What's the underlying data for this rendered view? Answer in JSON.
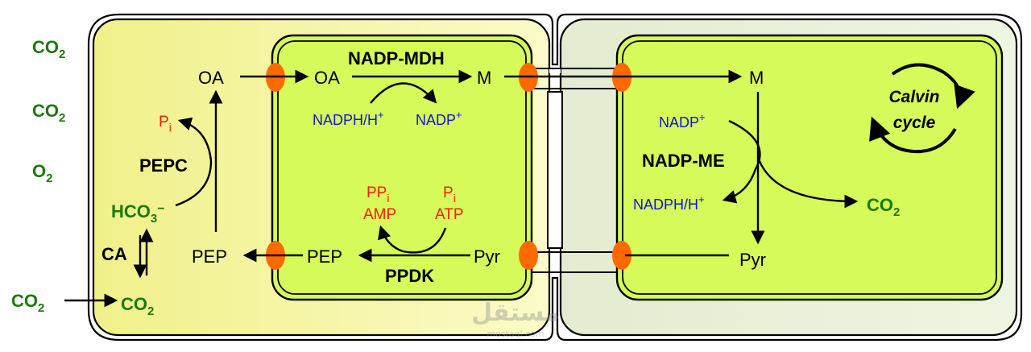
{
  "mesophyll": {
    "outside_co2_1": "CO2",
    "outside_co2_2": "CO2",
    "outside_o2": "O2",
    "outside_co2_in": "CO2",
    "co2_inside": "CO2",
    "hco3": "HCO3",
    "hco3_charge": "−",
    "ca_enzyme": "CA",
    "pepc_enzyme": "PEPC",
    "pi": "P",
    "pi_sub": "i",
    "oa": "OA",
    "pep": "PEP"
  },
  "chloroplast_m": {
    "oa": "OA",
    "mdh_enzyme": "NADP-MDH",
    "m": "M",
    "nadph": "NADPH/H",
    "nadph_sup": "+",
    "nadp": "NADP",
    "nadp_sup": "+",
    "pep": "PEP",
    "pyr": "Pyr",
    "ppdk_enzyme": "PPDK",
    "ppi": "PP",
    "ppi_sub": "i",
    "amp": "AMP",
    "pi": "P",
    "pi_sub": "i",
    "atp": "ATP"
  },
  "bundle_sheath": {
    "m": "M",
    "nadp": "NADP",
    "nadp_sup": "+",
    "me_enzyme": "NADP-ME",
    "nadph": "NADPH/H",
    "nadph_sup": "+",
    "co2": "CO2",
    "pyr": "Pyr",
    "calvin_line1": "Calvin",
    "calvin_line2": "cycle"
  },
  "watermark": {
    "arabic": "مستقل",
    "latin": "mostaql.com"
  },
  "colors": {
    "mesophyll_fill": "#f4f49a",
    "chloroplast_fill": "#d5fa5a",
    "bundle_sheath_fill": "#e6f0d2",
    "transporter": "#ff6a00",
    "green_text": "#1b7a0e",
    "red_text": "#ff1a00",
    "blue_text": "#1414d2"
  }
}
